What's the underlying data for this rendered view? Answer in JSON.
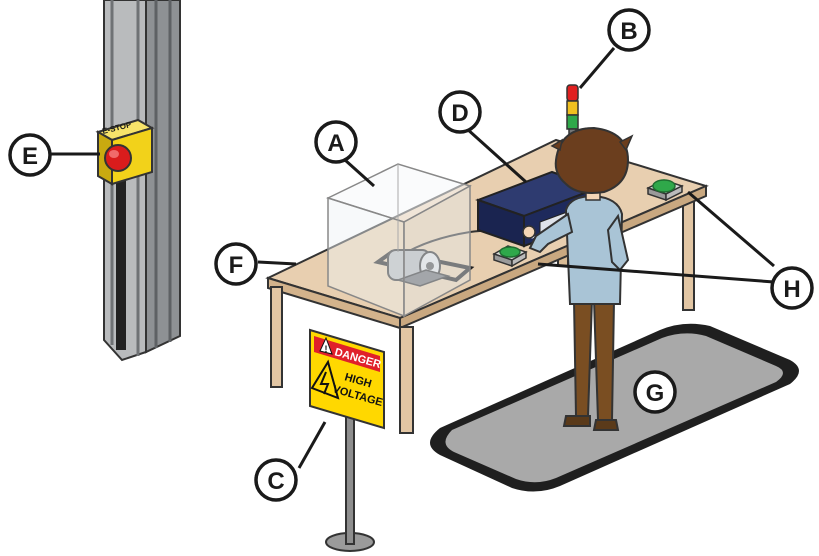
{
  "callouts": {
    "a": "A",
    "b": "B",
    "c": "C",
    "d": "D",
    "e": "E",
    "f": "F",
    "g": "G",
    "h": "H"
  },
  "estop_label": "E-STOP",
  "sign": {
    "header": "DANGER",
    "line1": "HIGH",
    "line2": "VOLTAGE"
  },
  "colors": {
    "callout_fill": "#ffffff",
    "callout_stroke": "#1a1a1a",
    "table_top": "#e8cfb0",
    "table_legs": "#e2c6a4",
    "mat_outer": "#1f1f1f",
    "mat_inner": "#a9a9a9",
    "sign_yellow": "#ffd800",
    "sign_red": "#e0202a",
    "estop_box": "#f2d21a",
    "estop_button": "#d91c1c",
    "tower_red": "#e02020",
    "tower_yellow": "#f0c020",
    "tower_green": "#2fa84a",
    "controller_navy": "#1e2a5c",
    "pedal_green": "#2fa84a",
    "shirt": "#a9c4d6",
    "pants": "#7a4e22",
    "hair": "#6b3e1e"
  },
  "icons": [
    "warning-triangle-icon",
    "lightning-icon"
  ]
}
